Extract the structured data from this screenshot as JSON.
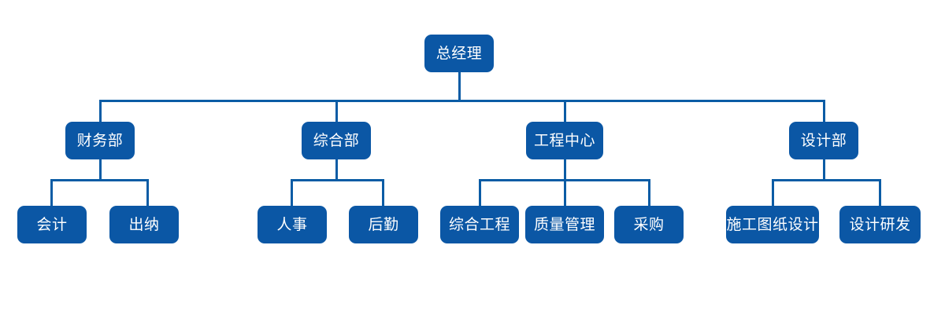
{
  "diagram": {
    "type": "organization-chart",
    "title_text": "",
    "colors": {
      "node_fill": "#0B57A5",
      "node_text": "#FFFFFF",
      "connector": "#0B5CA5",
      "background": "#FFFFFF"
    },
    "nodes": {
      "root": {
        "label": "总经理"
      },
      "level1": [
        {
          "label": "财务部"
        },
        {
          "label": "综合部"
        },
        {
          "label": "工程中心"
        },
        {
          "label": "设计部"
        }
      ],
      "level2": [
        {
          "label": "会计"
        },
        {
          "label": "出纳"
        },
        {
          "label": "人事"
        },
        {
          "label": "后勤"
        },
        {
          "label": "综合工程"
        },
        {
          "label": "质量管理"
        },
        {
          "label": "采购"
        },
        {
          "label": "施工图纸设计"
        },
        {
          "label": "设计研发"
        }
      ]
    }
  }
}
